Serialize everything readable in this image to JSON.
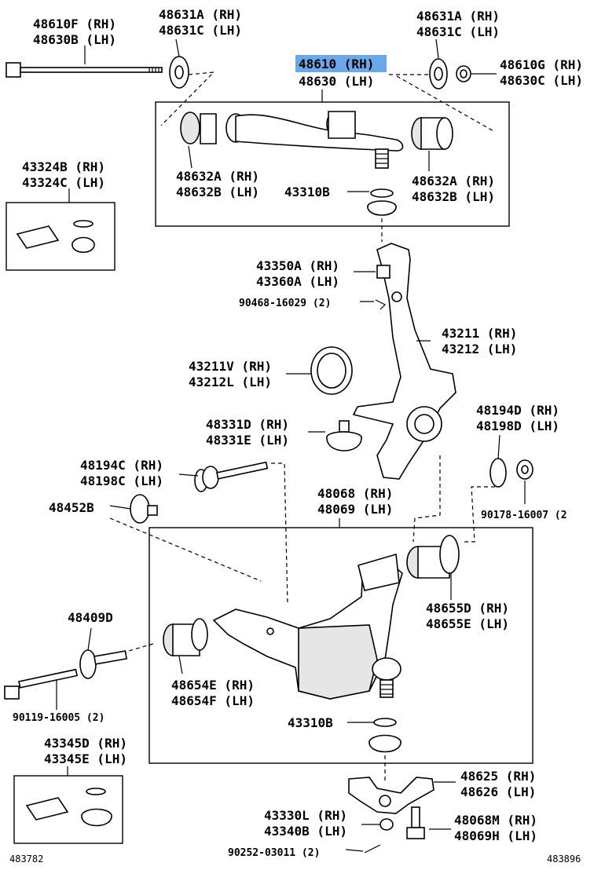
{
  "labels": {
    "l48610F": "48610F (RH)",
    "l48630B": "48630B (LH)",
    "l48631A_a": "48631A (RH)",
    "l48631C_a": "48631C (LH)",
    "l48631A_b": "48631A (RH)",
    "l48631C_b": "48631C (LH)",
    "l48610": "48610 (RH)",
    "l48630": "48630 (LH)",
    "l48610G": "48610G (RH)",
    "l48630C": "48630C (LH)",
    "l43324B": "43324B (RH)",
    "l43324C": "43324C (LH)",
    "l48632A_a": "48632A (RH)",
    "l48632B_a": "48632B (LH)",
    "l48632A_b": "48632A (RH)",
    "l48632B_b": "48632B (LH)",
    "l43310B_a": "43310B",
    "l43350A": "43350A (RH)",
    "l43360A": "43360A (LH)",
    "l90468": "90468-16029 (2)",
    "l43211": "43211 (RH)",
    "l43212": "43212 (LH)",
    "l43211V": "43211V (RH)",
    "l43212L": "43212L (LH)",
    "l48331D": "48331D (RH)",
    "l48331E": "48331E (LH)",
    "l48194D": "48194D (RH)",
    "l48198D": "48198D (LH)",
    "l48194C": "48194C (RH)",
    "l48198C": "48198C (LH)",
    "l48452B": "48452B",
    "l90178": "90178-16007 (2",
    "l48068": "48068 (RH)",
    "l48069": "48069 (LH)",
    "l48409D": "48409D",
    "l48655D": "48655D (RH)",
    "l48655E": "48655E (LH)",
    "l48654E": "48654E (RH)",
    "l48654F": "48654F (LH)",
    "l90119": "90119-16005 (2)",
    "l43310B_b": "43310B",
    "l43345D": "43345D (RH)",
    "l43345E": "43345E (LH)",
    "l48625": "48625 (RH)",
    "l48626": "48626 (LH)",
    "l43330L": "43330L (RH)",
    "l43340B": "43340B (LH)",
    "l48068M": "48068M (RH)",
    "l48069H": "48069H (LH)",
    "l90252": "90252-03011 (2)",
    "ref_left": "483782",
    "ref_right": "483896"
  },
  "highlight": {
    "part": "48610 (RH)",
    "color": "#6aa8e8"
  }
}
